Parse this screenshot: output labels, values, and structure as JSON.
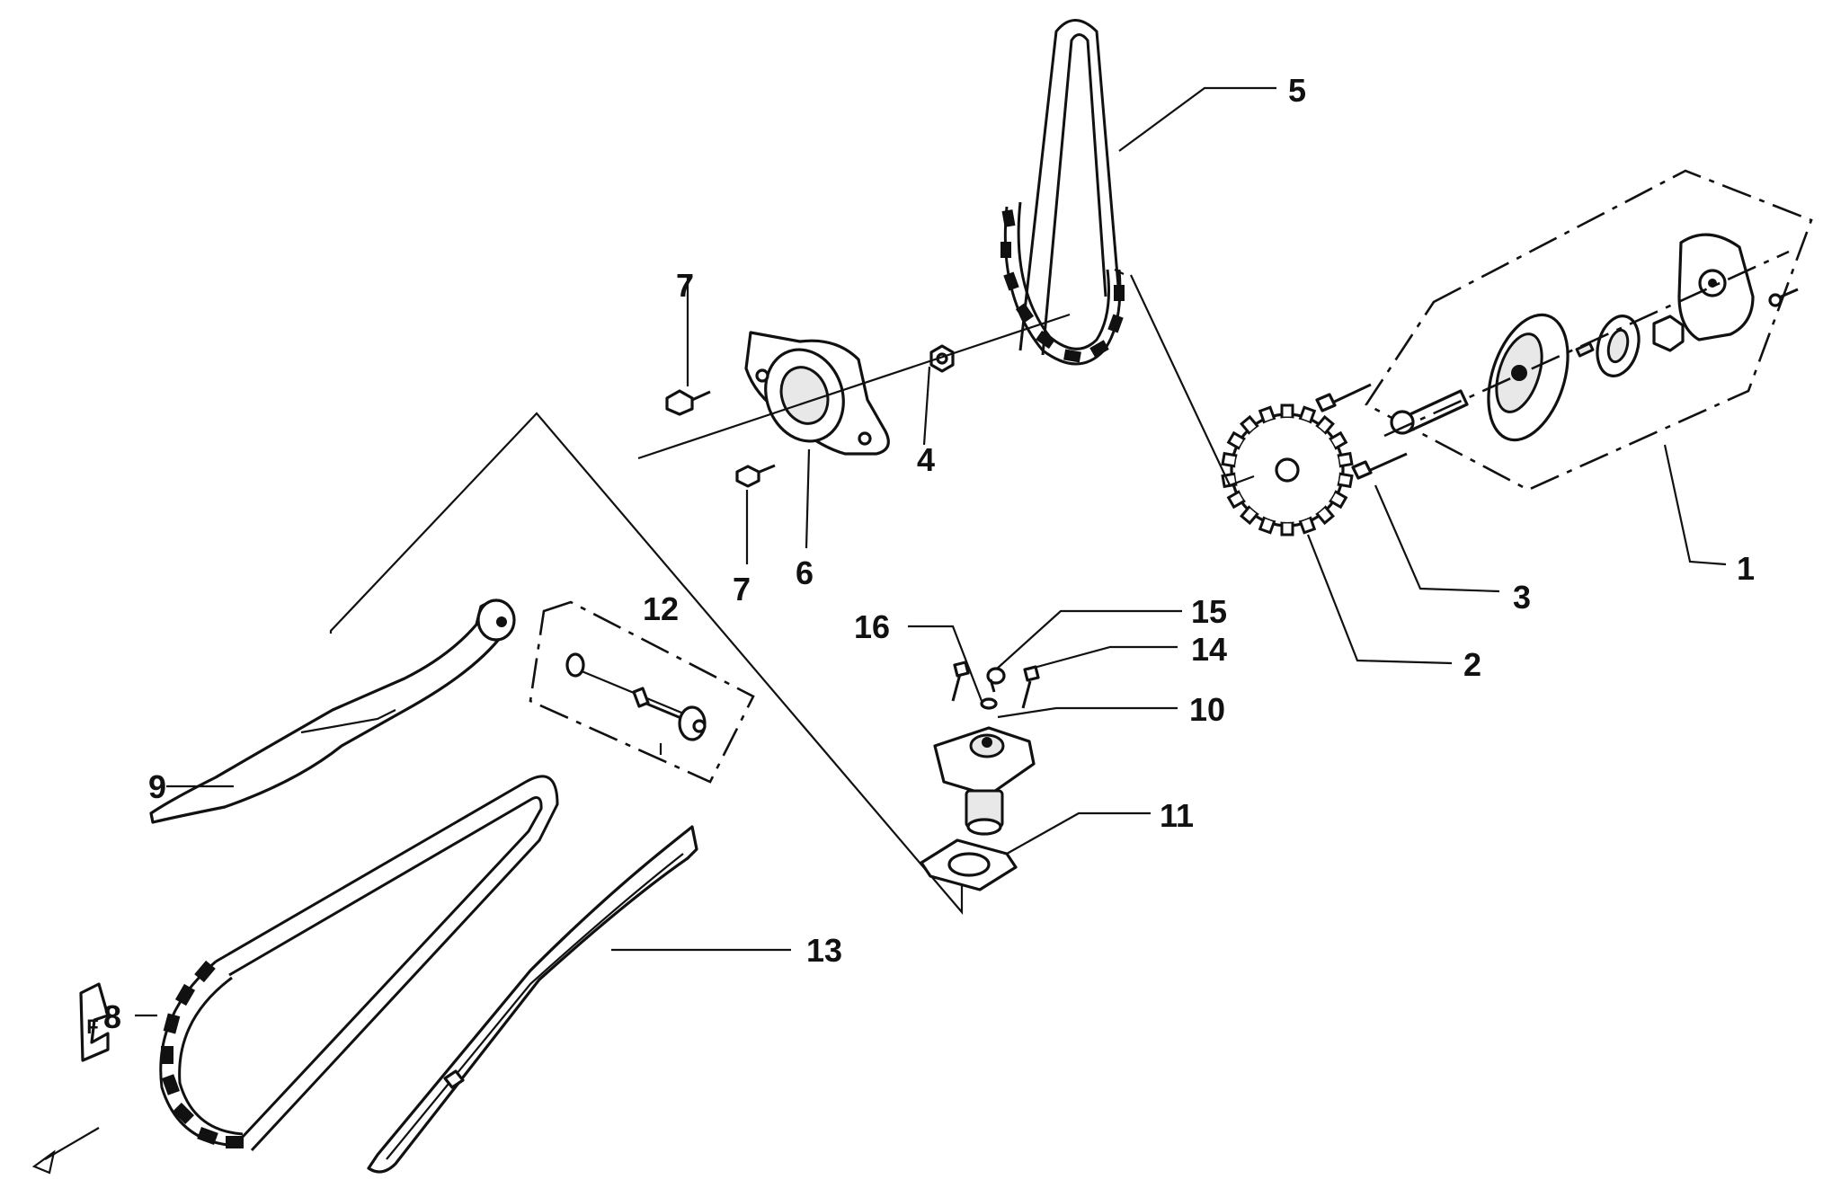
{
  "callouts": [
    {
      "id": "1",
      "label": "1"
    },
    {
      "id": "2",
      "label": "2"
    },
    {
      "id": "3",
      "label": "3"
    },
    {
      "id": "4",
      "label": "4"
    },
    {
      "id": "5",
      "label": "5"
    },
    {
      "id": "6",
      "label": "6"
    },
    {
      "id": "7a",
      "label": "7"
    },
    {
      "id": "7b",
      "label": "7"
    },
    {
      "id": "8",
      "label": "8"
    },
    {
      "id": "9",
      "label": "9"
    },
    {
      "id": "10",
      "label": "10"
    },
    {
      "id": "11",
      "label": "11"
    },
    {
      "id": "12",
      "label": "12"
    },
    {
      "id": "13",
      "label": "13"
    },
    {
      "id": "14",
      "label": "14"
    },
    {
      "id": "15",
      "label": "15"
    },
    {
      "id": "16",
      "label": "16"
    }
  ],
  "front_mark": {
    "label": "F"
  }
}
